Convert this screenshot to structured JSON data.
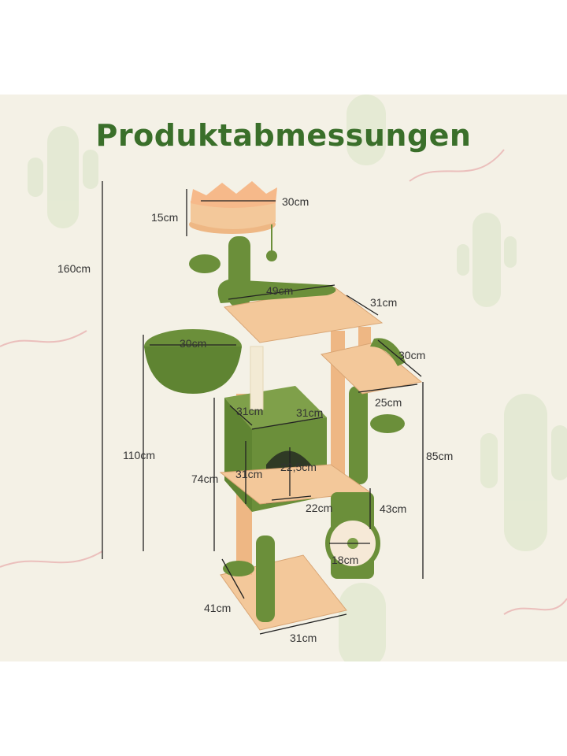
{
  "title": "Produktabmessungen",
  "colors": {
    "background": "#f4f1e6",
    "title_green": "#3a6f2a",
    "cactus_green": "#6b8f3a",
    "platform_beige": "#f3c89a",
    "post_tan": "#eeb784"
  },
  "dimensions": {
    "total_height": "160cm",
    "top_bowl_height": "15cm",
    "top_bowl_width": "30cm",
    "platform_width": "49cm",
    "platform_depth": "31cm",
    "hammock_width": "30cm",
    "side_platform_width": "30cm",
    "side_platform_depth": "25cm",
    "condo_width": "31cm",
    "condo_depth": "31cm",
    "condo_height": "31cm",
    "condo_door_height": "22,5cm",
    "condo_door_width": "22cm",
    "height_110": "110cm",
    "height_74": "74cm",
    "height_85": "85cm",
    "height_43": "43cm",
    "ring_diameter": "18cm",
    "base_depth": "41cm",
    "base_width": "31cm"
  }
}
